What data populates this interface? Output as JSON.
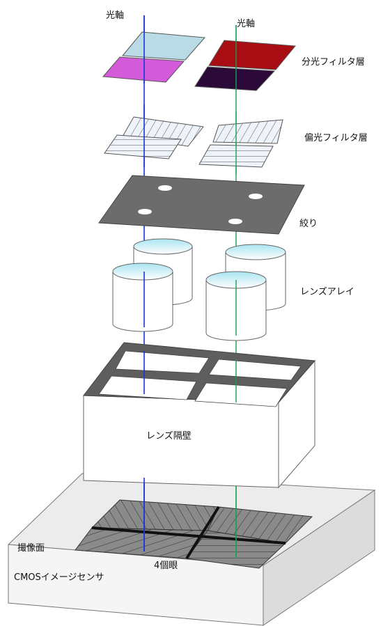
{
  "labels": {
    "optical_axis_left": "光軸",
    "optical_axis_right": "光軸",
    "spectral_filter_layer": "分光フィルタ層",
    "polarization_filter_layer": "偏光フィルタ層",
    "aperture": "絞り",
    "lens_array": "レンズアレイ",
    "lens_partition": "レンズ隔壁",
    "imaging_surface": "撮像面",
    "four_eyes": "4個眼",
    "cmos_sensor": "CMOSイメージセンサ"
  },
  "colors": {
    "left_axis": "#1a35d8",
    "right_axis": "#18a050",
    "filter_light_blue": "#b9dbe6",
    "filter_magenta": "#d35ad9",
    "filter_dark_red": "#a80d14",
    "filter_dark_purple": "#2b0a3a",
    "aperture_plate": "#6c6c6c",
    "partition_top": "#5e5e5e",
    "sensor_base": "#ececec",
    "pixel_area": "#8a8a8a"
  }
}
